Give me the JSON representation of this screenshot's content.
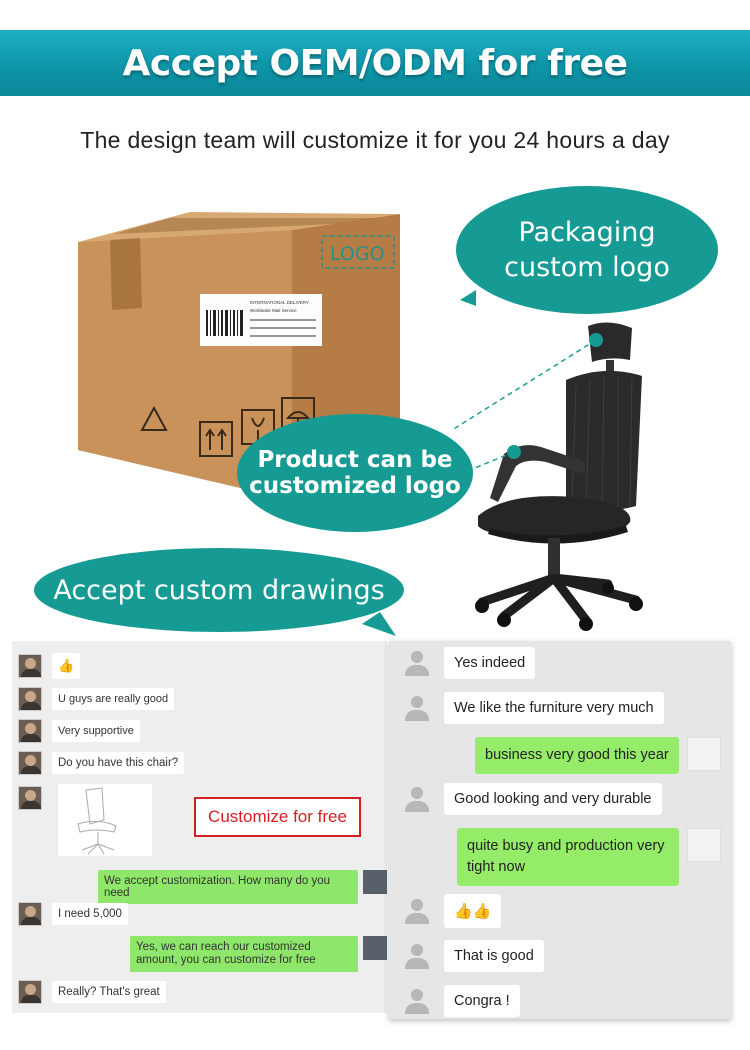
{
  "banner": {
    "title": "Accept OEM/ODM for free"
  },
  "subtitle": "The design team will customize it for you 24 hours a day",
  "bubbles": {
    "packaging": [
      "Packaging",
      "custom logo"
    ],
    "product": [
      "Product can be",
      "customized logo"
    ],
    "drawings": "Accept custom drawings"
  },
  "box": {
    "logo_text": "LOGO",
    "label_line1": "INTERNATIONAL DELIVERY",
    "label_line2": "Worldwide Mail Service"
  },
  "left_chat": {
    "messages": [
      {
        "side": "in",
        "text": "👍"
      },
      {
        "side": "in",
        "text": "U guys are really good"
      },
      {
        "side": "in",
        "text": "Very supportive"
      },
      {
        "side": "in",
        "text": "Do you have this chair?"
      },
      {
        "side": "out",
        "text": "We accept customization. How many do you need"
      },
      {
        "side": "in",
        "text": "I need 5,000"
      },
      {
        "side": "out",
        "text": "Yes, we can reach our customized amount, you can customize for free"
      },
      {
        "side": "in",
        "text": "Really? That's great"
      }
    ],
    "customize_label": "Customize for free"
  },
  "right_chat": {
    "messages": [
      {
        "side": "in",
        "text": "Yes indeed"
      },
      {
        "side": "in",
        "text": "We like the furniture very much"
      },
      {
        "side": "out",
        "text": "business very good this year"
      },
      {
        "side": "in",
        "text": "Good looking and very durable"
      },
      {
        "side": "out",
        "text": "quite busy and production very tight now"
      },
      {
        "side": "in",
        "text": "👍👍"
      },
      {
        "side": "in",
        "text": "That is good"
      },
      {
        "side": "in",
        "text": "Congra !"
      }
    ]
  },
  "colors": {
    "banner": "#0e95a8",
    "bubble": "#159b94",
    "green_msg": "#95ec69",
    "red_box": "#d52023"
  }
}
